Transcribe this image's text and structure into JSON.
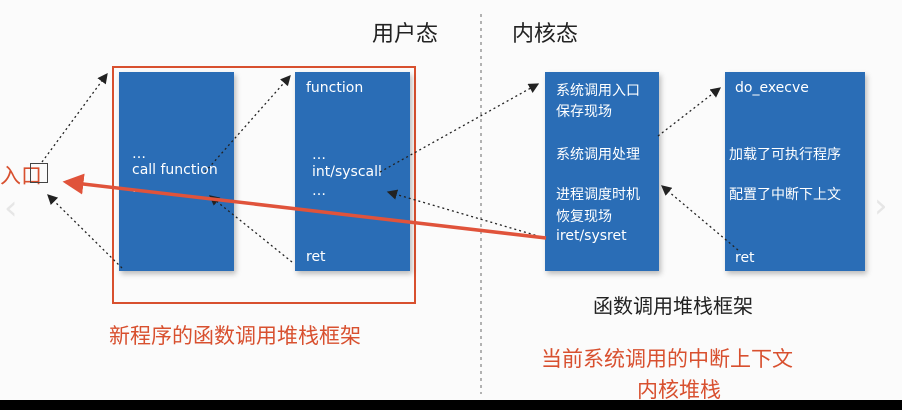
{
  "headers": {
    "user_mode": "用户态",
    "kernel_mode": "内核态"
  },
  "entry": {
    "label": "入口"
  },
  "left_box": {
    "dots_top": "…",
    "call": "call function",
    "dots_bottom": "…"
  },
  "user_function_box": {
    "function": "function",
    "dots_top": "…",
    "syscall": "int/syscall",
    "dots_bottom": "…",
    "ret": "ret"
  },
  "syscall_box": {
    "entry_line1": "系统调用入口",
    "entry_line2": "保存现场",
    "handle": "系统调用处理",
    "sched_line1": "进程调度时机",
    "sched_line2": "恢复现场",
    "iret": "iret/sysret"
  },
  "execve_box": {
    "do_execve": "do_execve",
    "load": "加载了可执行程序",
    "config": "配置了中断下上文",
    "ret": "ret"
  },
  "captions": {
    "new_program_stack": "新程序的函数调用堆栈框架",
    "func_call_stack": "函数调用堆栈框架",
    "kernel_line1": "当前系统调用的中断上下文",
    "kernel_line2": "内核堆栈"
  },
  "colors": {
    "box_blue": "#2a6db6",
    "red": "#d8502f",
    "separator": "#999999"
  }
}
